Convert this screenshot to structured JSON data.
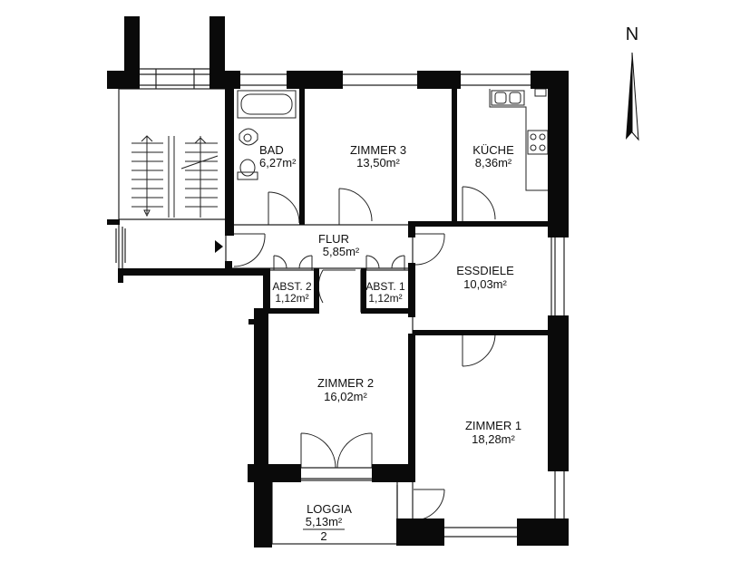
{
  "compass": {
    "label": "N"
  },
  "colors": {
    "wall": "#0a0a0a",
    "line": "#222222",
    "background": "#ffffff"
  },
  "rooms": {
    "bad": {
      "name": "BAD",
      "area": "6,27m²"
    },
    "zimmer3": {
      "name": "ZIMMER 3",
      "area": "13,50m²"
    },
    "kueche": {
      "name": "KÜCHE",
      "area": "8,36m²"
    },
    "flur": {
      "name": "FLUR",
      "area": "5,85m²"
    },
    "essdiele": {
      "name": "ESSDIELE",
      "area": "10,03m²"
    },
    "abst2": {
      "name": "ABST. 2",
      "area": "1,12m²"
    },
    "abst1": {
      "name": "ABST. 1",
      "area": "1,12m²"
    },
    "zimmer2": {
      "name": "ZIMMER 2",
      "area": "16,02m²"
    },
    "zimmer1": {
      "name": "ZIMMER 1",
      "area": "18,28m²"
    },
    "loggia": {
      "name": "LOGGIA",
      "area": "5,13m²",
      "fraction": "2"
    }
  }
}
